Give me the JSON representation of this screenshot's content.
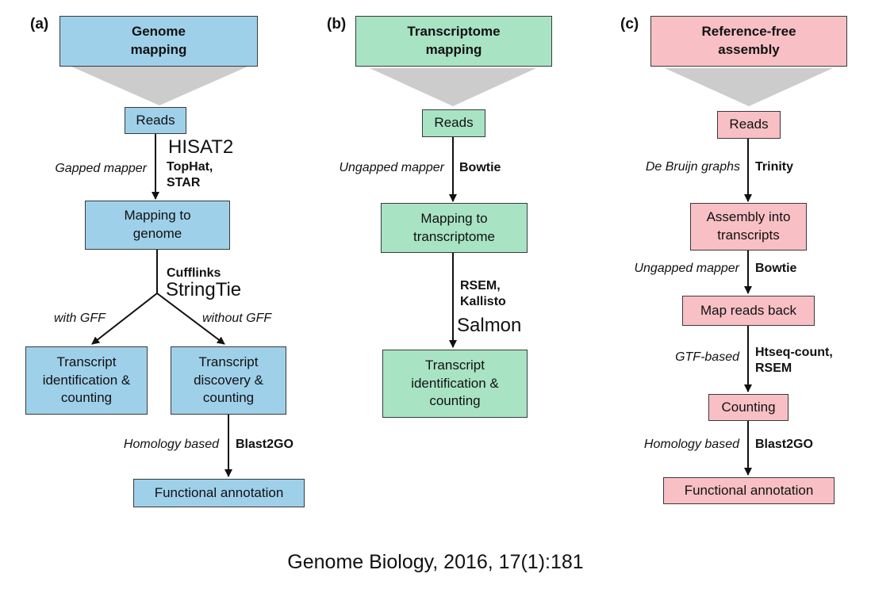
{
  "panels": {
    "a": {
      "letter": "(a)",
      "title": "Genome\nmapping",
      "reads": "Reads",
      "tools_top_big": "HISAT2",
      "gapped_label": "Gapped mapper",
      "tools_top_bold": "TopHat,\nSTAR",
      "mapping": "Mapping to\ngenome",
      "cufflinks": "Cufflinks",
      "stringtie": "StringTie",
      "with_gff": "with GFF",
      "without_gff": "without GFF",
      "left_box": "Transcript\nidentification &\ncounting",
      "right_box": "Transcript\ndiscovery &\ncounting",
      "homology_label": "Homology based",
      "blast": "Blast2GO",
      "functional": "Functional annotation"
    },
    "b": {
      "letter": "(b)",
      "title": "Transcriptome\nmapping",
      "reads": "Reads",
      "ungapped_label": "Ungapped mapper",
      "bowtie": "Bowtie",
      "mapping": "Mapping to\ntranscriptome",
      "rsem_kallisto": "RSEM,\nKallisto",
      "salmon": "Salmon",
      "final": "Transcript\nidentification &\ncounting"
    },
    "c": {
      "letter": "(c)",
      "title": "Reference-free\nassembly",
      "reads": "Reads",
      "debruijn_label": "De Bruijn graphs",
      "trinity": "Trinity",
      "assembly": "Assembly into\ntranscripts",
      "ungapped_label": "Ungapped mapper",
      "bowtie": "Bowtie",
      "map_back": "Map reads back",
      "gtf_label": "GTF-based",
      "htseq": "Htseq-count,\nRSEM",
      "counting": "Counting",
      "homology_label": "Homology based",
      "blast": "Blast2GO",
      "functional": "Functional annotation"
    }
  },
  "citation": "Genome Biology, 2016, 17(1):181",
  "colors": {
    "blue": "#9fd0ea",
    "green": "#a8e3c4",
    "pink": "#f8c0c4",
    "funnel": "#cccccc"
  }
}
